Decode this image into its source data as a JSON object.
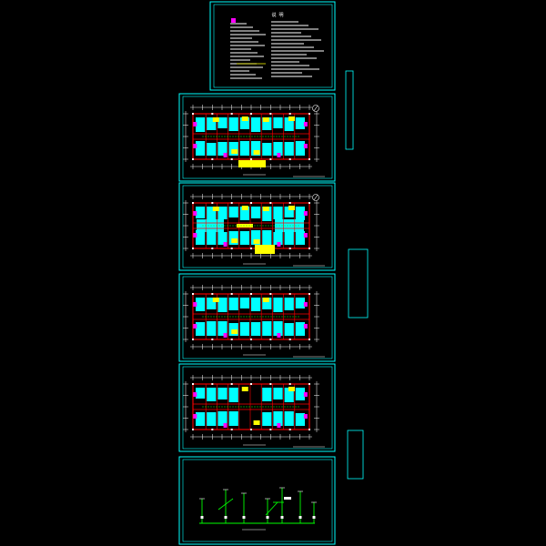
{
  "drawing_set": {
    "notes_sheet": {
      "title": "说 明"
    },
    "floor_plan_sheets": [
      {
        "id": "plan-1",
        "caption": "",
        "has_north_arrow": true
      },
      {
        "id": "plan-2",
        "caption": "",
        "has_north_arrow": true
      },
      {
        "id": "plan-3",
        "caption": "",
        "has_north_arrow": false
      },
      {
        "id": "plan-4",
        "caption": "",
        "has_north_arrow": false
      }
    ],
    "riser_sheet": {
      "id": "riser-diagram",
      "caption": ""
    }
  },
  "colors": {
    "background": "#000000",
    "frame": "#00ffff",
    "wall": "#ff0000",
    "room_fill": "#00ffff",
    "fixture": "#ffff00",
    "equipment": "#ff00ff",
    "pipe": "#00ff00",
    "dimension": "#ffffff"
  },
  "icons": [
    "north-arrow-icon"
  ]
}
